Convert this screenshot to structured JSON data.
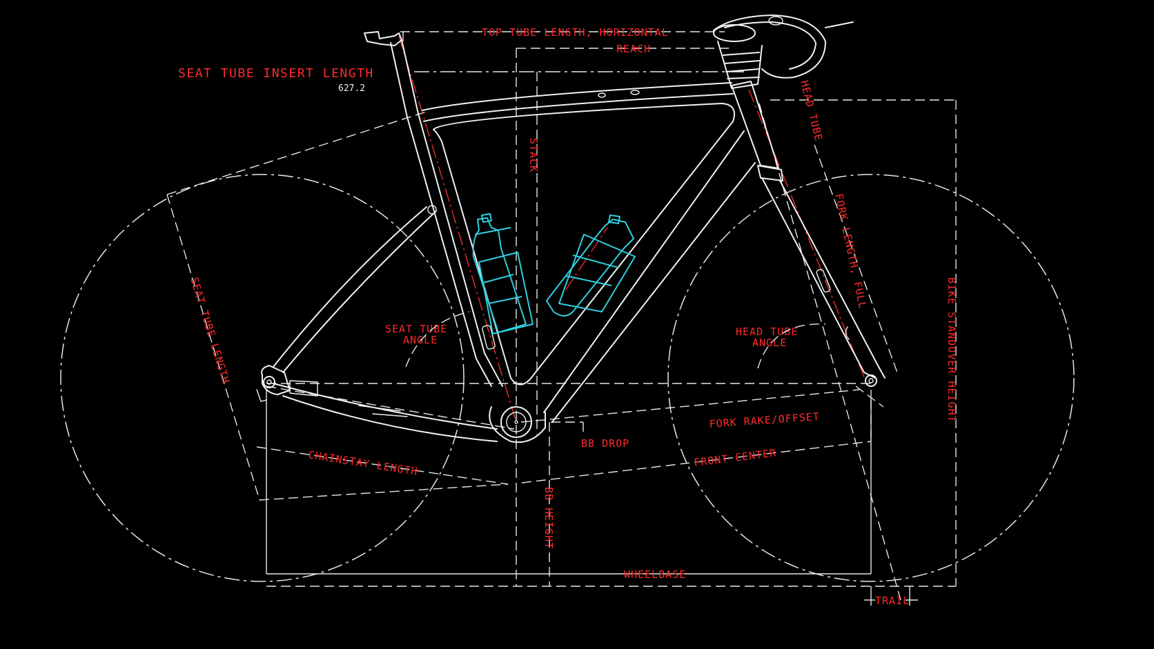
{
  "colors": {
    "background": "#000000",
    "linework": "#f2f2f2",
    "dimension_label": "#ff2b2b",
    "bottle": "#2fd0e0"
  },
  "labels": {
    "top_tube": "TOP TUBE LENGTH, HORIZONTAL",
    "reach": "REACH",
    "seat_tube_insert": "SEAT TUBE INSERT LENGTH",
    "seat_tube_insert_value": "627.2",
    "stack": "STACK",
    "head_tube": "HEAD TUBE",
    "fork_length": "FORK LENGTH, FULL",
    "bike_standover": "BIKE STANDOVER HEIGHT",
    "seat_tube_length": "SEAT TUBE LENGTH",
    "seat_tube_angle_1": "SEAT TUBE",
    "seat_tube_angle_2": "ANGLE",
    "head_tube_angle_1": "HEAD TUBE",
    "head_tube_angle_2": "ANGLE",
    "fork_rake": "FORK RAKE/OFFSET",
    "bb_drop": "BB DROP",
    "front_center": "FRONT CENTER",
    "chainstay_length": "CHAINSTAY LENGTH",
    "bb_height": "BB HEIGHT",
    "wheelbase": "WHEELBASE",
    "trail": "TRAIL"
  }
}
